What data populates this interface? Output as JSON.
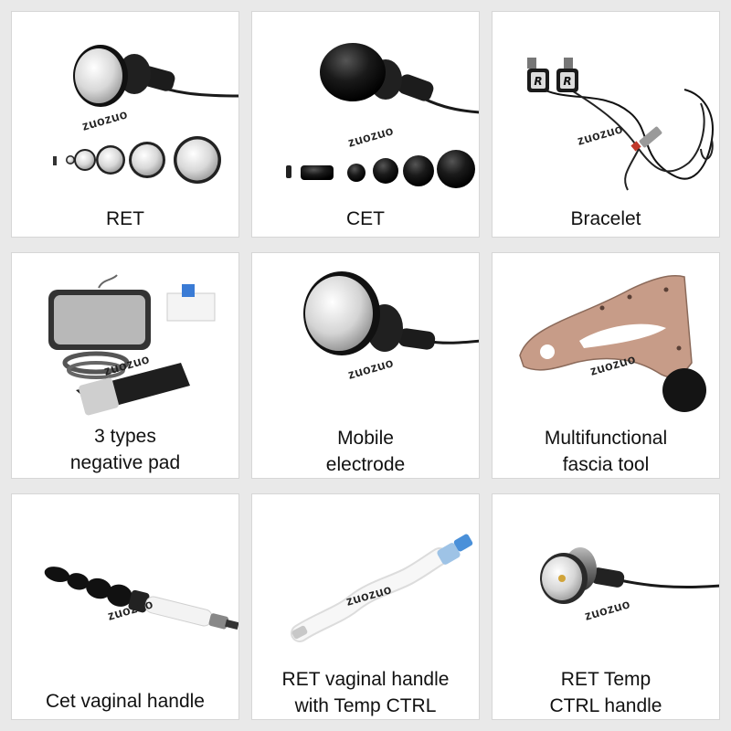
{
  "watermark": "zuozuo",
  "products": [
    {
      "id": "ret",
      "lines": [
        "RET"
      ]
    },
    {
      "id": "cet",
      "lines": [
        "CET"
      ]
    },
    {
      "id": "bracelet",
      "lines": [
        "Bracelet"
      ]
    },
    {
      "id": "negative-pad",
      "lines": [
        "3 types",
        "negative pad"
      ]
    },
    {
      "id": "mobile-electrode",
      "lines": [
        "Mobile",
        "electrode"
      ]
    },
    {
      "id": "fascia-tool",
      "lines": [
        "Multifunctional",
        "fascia tool"
      ]
    },
    {
      "id": "cet-vaginal",
      "lines": [
        "Cet vaginal handle"
      ]
    },
    {
      "id": "ret-vaginal",
      "lines": [
        "RET vaginal handle",
        "with Temp CTRL"
      ]
    },
    {
      "id": "ret-temp",
      "lines": [
        "RET Temp",
        "CTRL handle"
      ]
    }
  ]
}
